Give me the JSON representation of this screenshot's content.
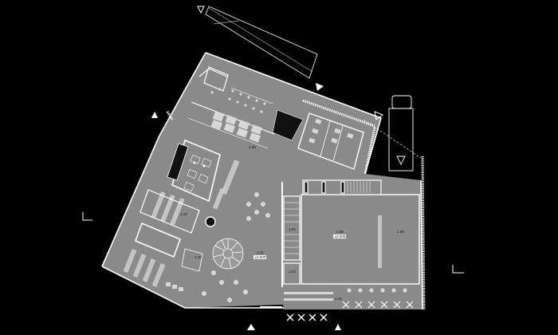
{
  "plan": {
    "colors": {
      "background": "#000000",
      "floor": "#8a8a8a",
      "wall": "#ffffff",
      "furniture": "#bdbdbd",
      "dark": "#111111"
    },
    "room_labels": {
      "hall": "1.05",
      "level_hall": "±0,000",
      "central": "1.01",
      "level_central": "±0,000",
      "top_room": "1.06",
      "left_room": "1.10",
      "bottom_left_room": "1.18",
      "stair_room": "1.04",
      "small_room": "1.03",
      "right_room": "1.08",
      "entrance": "1.02"
    },
    "icons": {
      "north_arrows": [
        "triangle-marker",
        "triangle-marker",
        "triangle-marker",
        "triangle-marker",
        "triangle-marker",
        "triangle-marker"
      ],
      "section_marks": [
        "corner-mark",
        "corner-mark"
      ]
    }
  }
}
